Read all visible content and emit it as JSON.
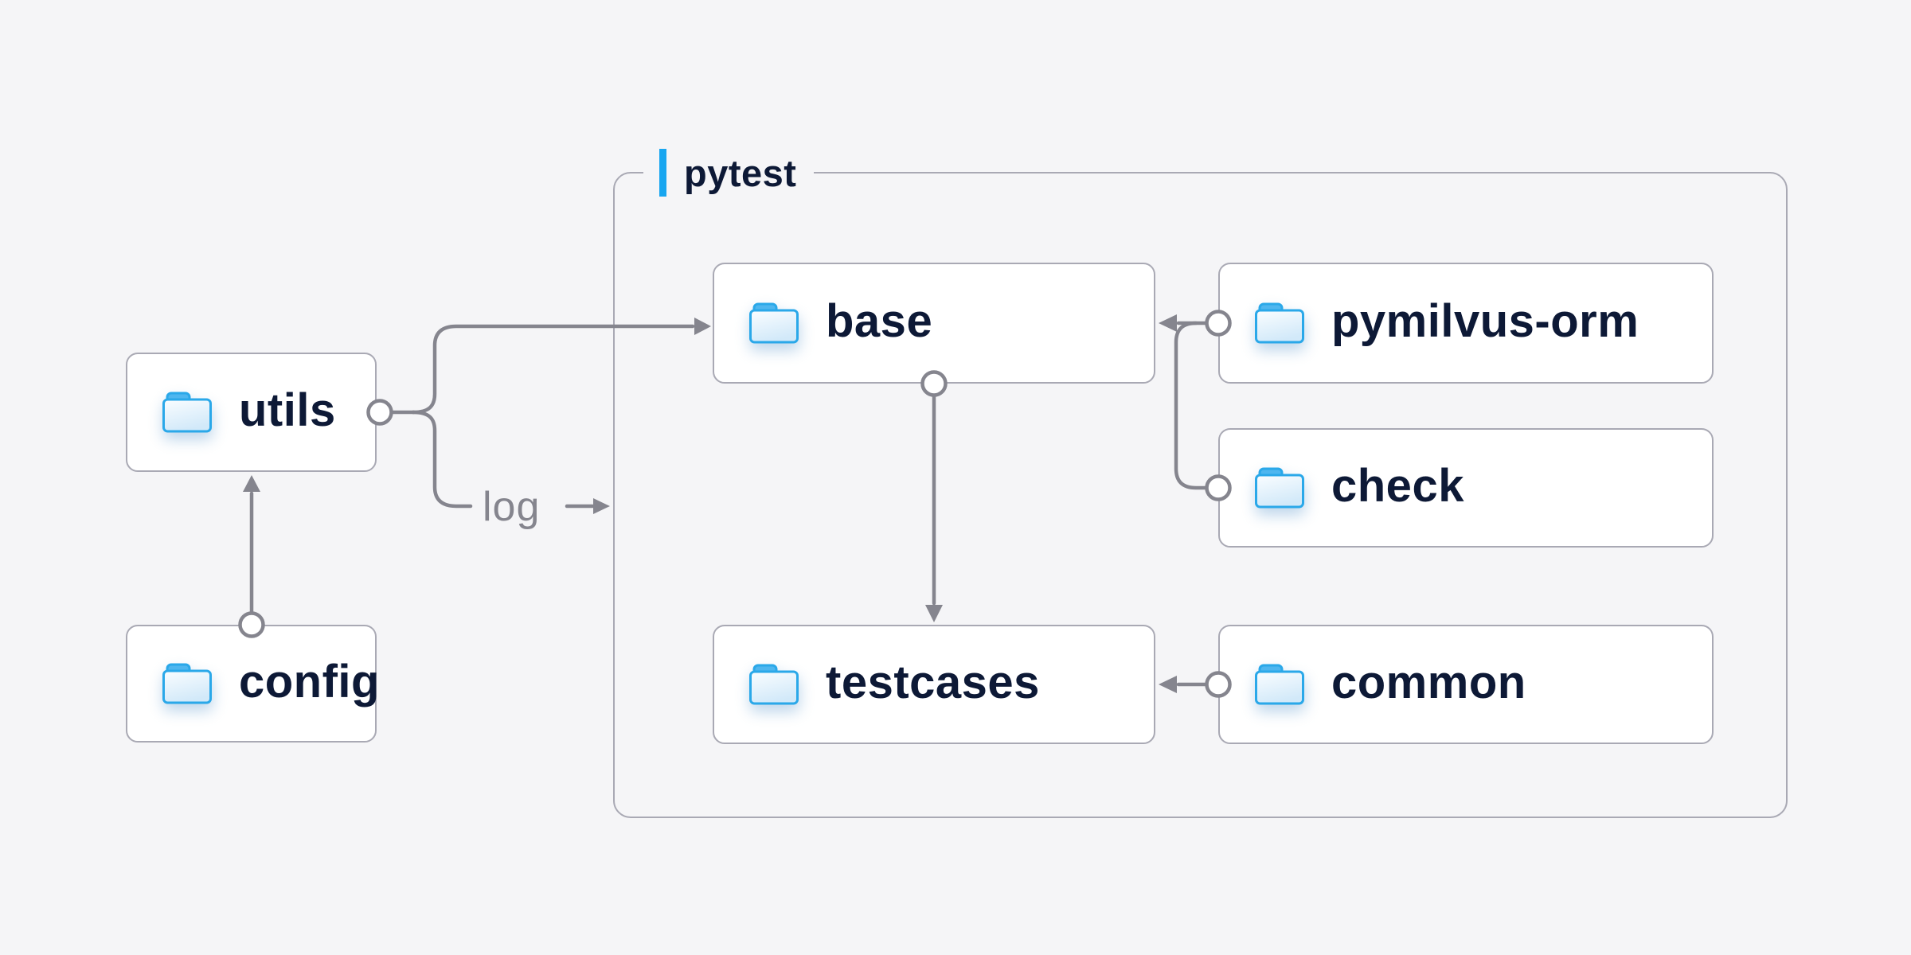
{
  "diagram": {
    "background_color": "#f5f5f7",
    "group": {
      "label": "pytest",
      "accent_color": "#18a6f0",
      "border_color": "#a9a9b4"
    },
    "nodes": {
      "utils": {
        "label": "utils",
        "icon": "folder-icon"
      },
      "config": {
        "label": "config",
        "icon": "folder-icon"
      },
      "base": {
        "label": "base",
        "icon": "folder-icon"
      },
      "pymilvus_orm": {
        "label": "pymilvus-orm",
        "icon": "folder-icon"
      },
      "check": {
        "label": "check",
        "icon": "folder-icon"
      },
      "testcases": {
        "label": "testcases",
        "icon": "folder-icon"
      },
      "common": {
        "label": "common",
        "icon": "folder-icon"
      }
    },
    "edges": {
      "log_label": "log",
      "connections": [
        {
          "from": "config",
          "to": "utils"
        },
        {
          "from": "utils",
          "to": "base"
        },
        {
          "from": "utils",
          "to": "log"
        },
        {
          "from": "pymilvus-orm",
          "to": "base"
        },
        {
          "from": "check",
          "to": "base"
        },
        {
          "from": "base",
          "to": "testcases"
        },
        {
          "from": "common",
          "to": "testcases"
        }
      ]
    },
    "colors": {
      "line_gray": "#85858e",
      "node_border": "#a9a9b4",
      "node_background": "#ffffff",
      "label_text": "#0d1936",
      "folder_stroke": "#2aa8e9",
      "folder_tab_fill": "#4eb6ef",
      "folder_body_fill_top": "#fafdff",
      "folder_body_fill_bottom": "#d2e9f9"
    }
  }
}
